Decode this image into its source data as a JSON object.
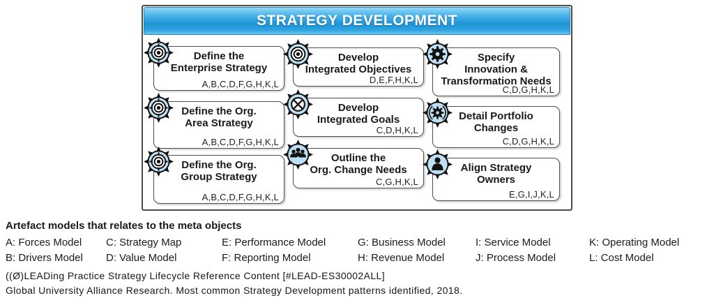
{
  "header": {
    "title": "STRATEGY DEVELOPMENT"
  },
  "boxes": [
    {
      "name": "define-enterprise-strategy",
      "icon": "target-gear-icon",
      "title": "Define the\nEnterprise Strategy",
      "models": "A,B,C,D,F,G,H,K,L"
    },
    {
      "name": "define-org-area-strategy",
      "icon": "target-gear-icon",
      "title": "Define the Org.\nArea Strategy",
      "models": "A,B,C,D,F,G,H,K,L"
    },
    {
      "name": "define-org-group-strategy",
      "icon": "target-gear-icon",
      "title": "Define the Org.\nGroup Strategy",
      "models": "A,B,C,D,F,G,H,K,L"
    },
    {
      "name": "develop-integrated-objectives",
      "icon": "objective-gear-icon",
      "title": "Develop\nIntegrated Objectives",
      "models": "D,E,F,H,K,L"
    },
    {
      "name": "develop-integrated-goals",
      "icon": "goal-cross-gear-icon",
      "title": "Develop\nIntegrated Goals",
      "models": "C,D,H,K,L"
    },
    {
      "name": "outline-org-change-needs",
      "icon": "people-group-gear-icon",
      "title": "Outline the\nOrg. Change Needs",
      "models": "C,G,H,K,L"
    },
    {
      "name": "specify-innovation-transformation-needs",
      "icon": "solid-gear-icon",
      "title": "Specify\nInnovation &\nTransformation Needs",
      "models": "C,D,G,H,K,L"
    },
    {
      "name": "detail-portfolio-changes",
      "icon": "gear-parentheses-icon",
      "title": "Detail Portfolio\nChanges",
      "models": "C,D,G,H,K,L"
    },
    {
      "name": "align-strategy-owners",
      "icon": "person-gear-icon",
      "title": "Align Strategy\nOwners",
      "models": "E,G,I,J,K,L"
    }
  ],
  "legend": {
    "heading": "Artefact models that relates to the meta objects",
    "rows": [
      [
        "A: Forces Model",
        "C: Strategy Map",
        "E: Performance Model",
        "G: Business Model",
        "I: Service Model",
        "K: Operating Model"
      ],
      [
        "B: Drivers Model",
        "D: Value Model",
        "F: Reporting Model",
        "H: Revenue Model",
        "J: Process Model",
        "L: Cost Model"
      ]
    ]
  },
  "footer": {
    "line1": "((Ø)LEADing Practice Strategy Lifecycle Reference Content [#LEAD-ES30002ALL]",
    "line2": "Global University Alliance Research. Most common Strategy Development patterns identified, 2018."
  },
  "colors": {
    "header_blue": "#1d94d6",
    "icon_fill": "#bfe0f2",
    "box_border": "#4d4d4d",
    "panel_border": "#4a4a4a"
  }
}
